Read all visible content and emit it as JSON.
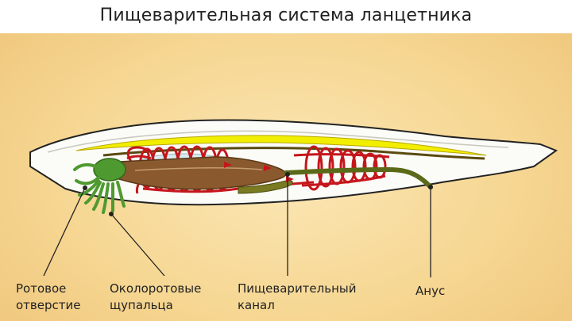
{
  "title": "Пищеварительная система ланцетника",
  "labels": {
    "mouth": [
      "Ротовое",
      "отверстие"
    ],
    "tentacles": [
      "Околоротовые",
      "щупальца"
    ],
    "canal": [
      "Пищеварительный",
      "канал"
    ],
    "anus": "Анус"
  },
  "colors": {
    "background": "#f6d793",
    "body_outline": "#222222",
    "notochord": "#f2ee00",
    "nerve_cord": "#5a4a10",
    "gill_arches": "#c4161c",
    "gut": "#8a5a2e",
    "tentacles": "#4f9a30",
    "intestine_tail": "#5a6a18"
  }
}
